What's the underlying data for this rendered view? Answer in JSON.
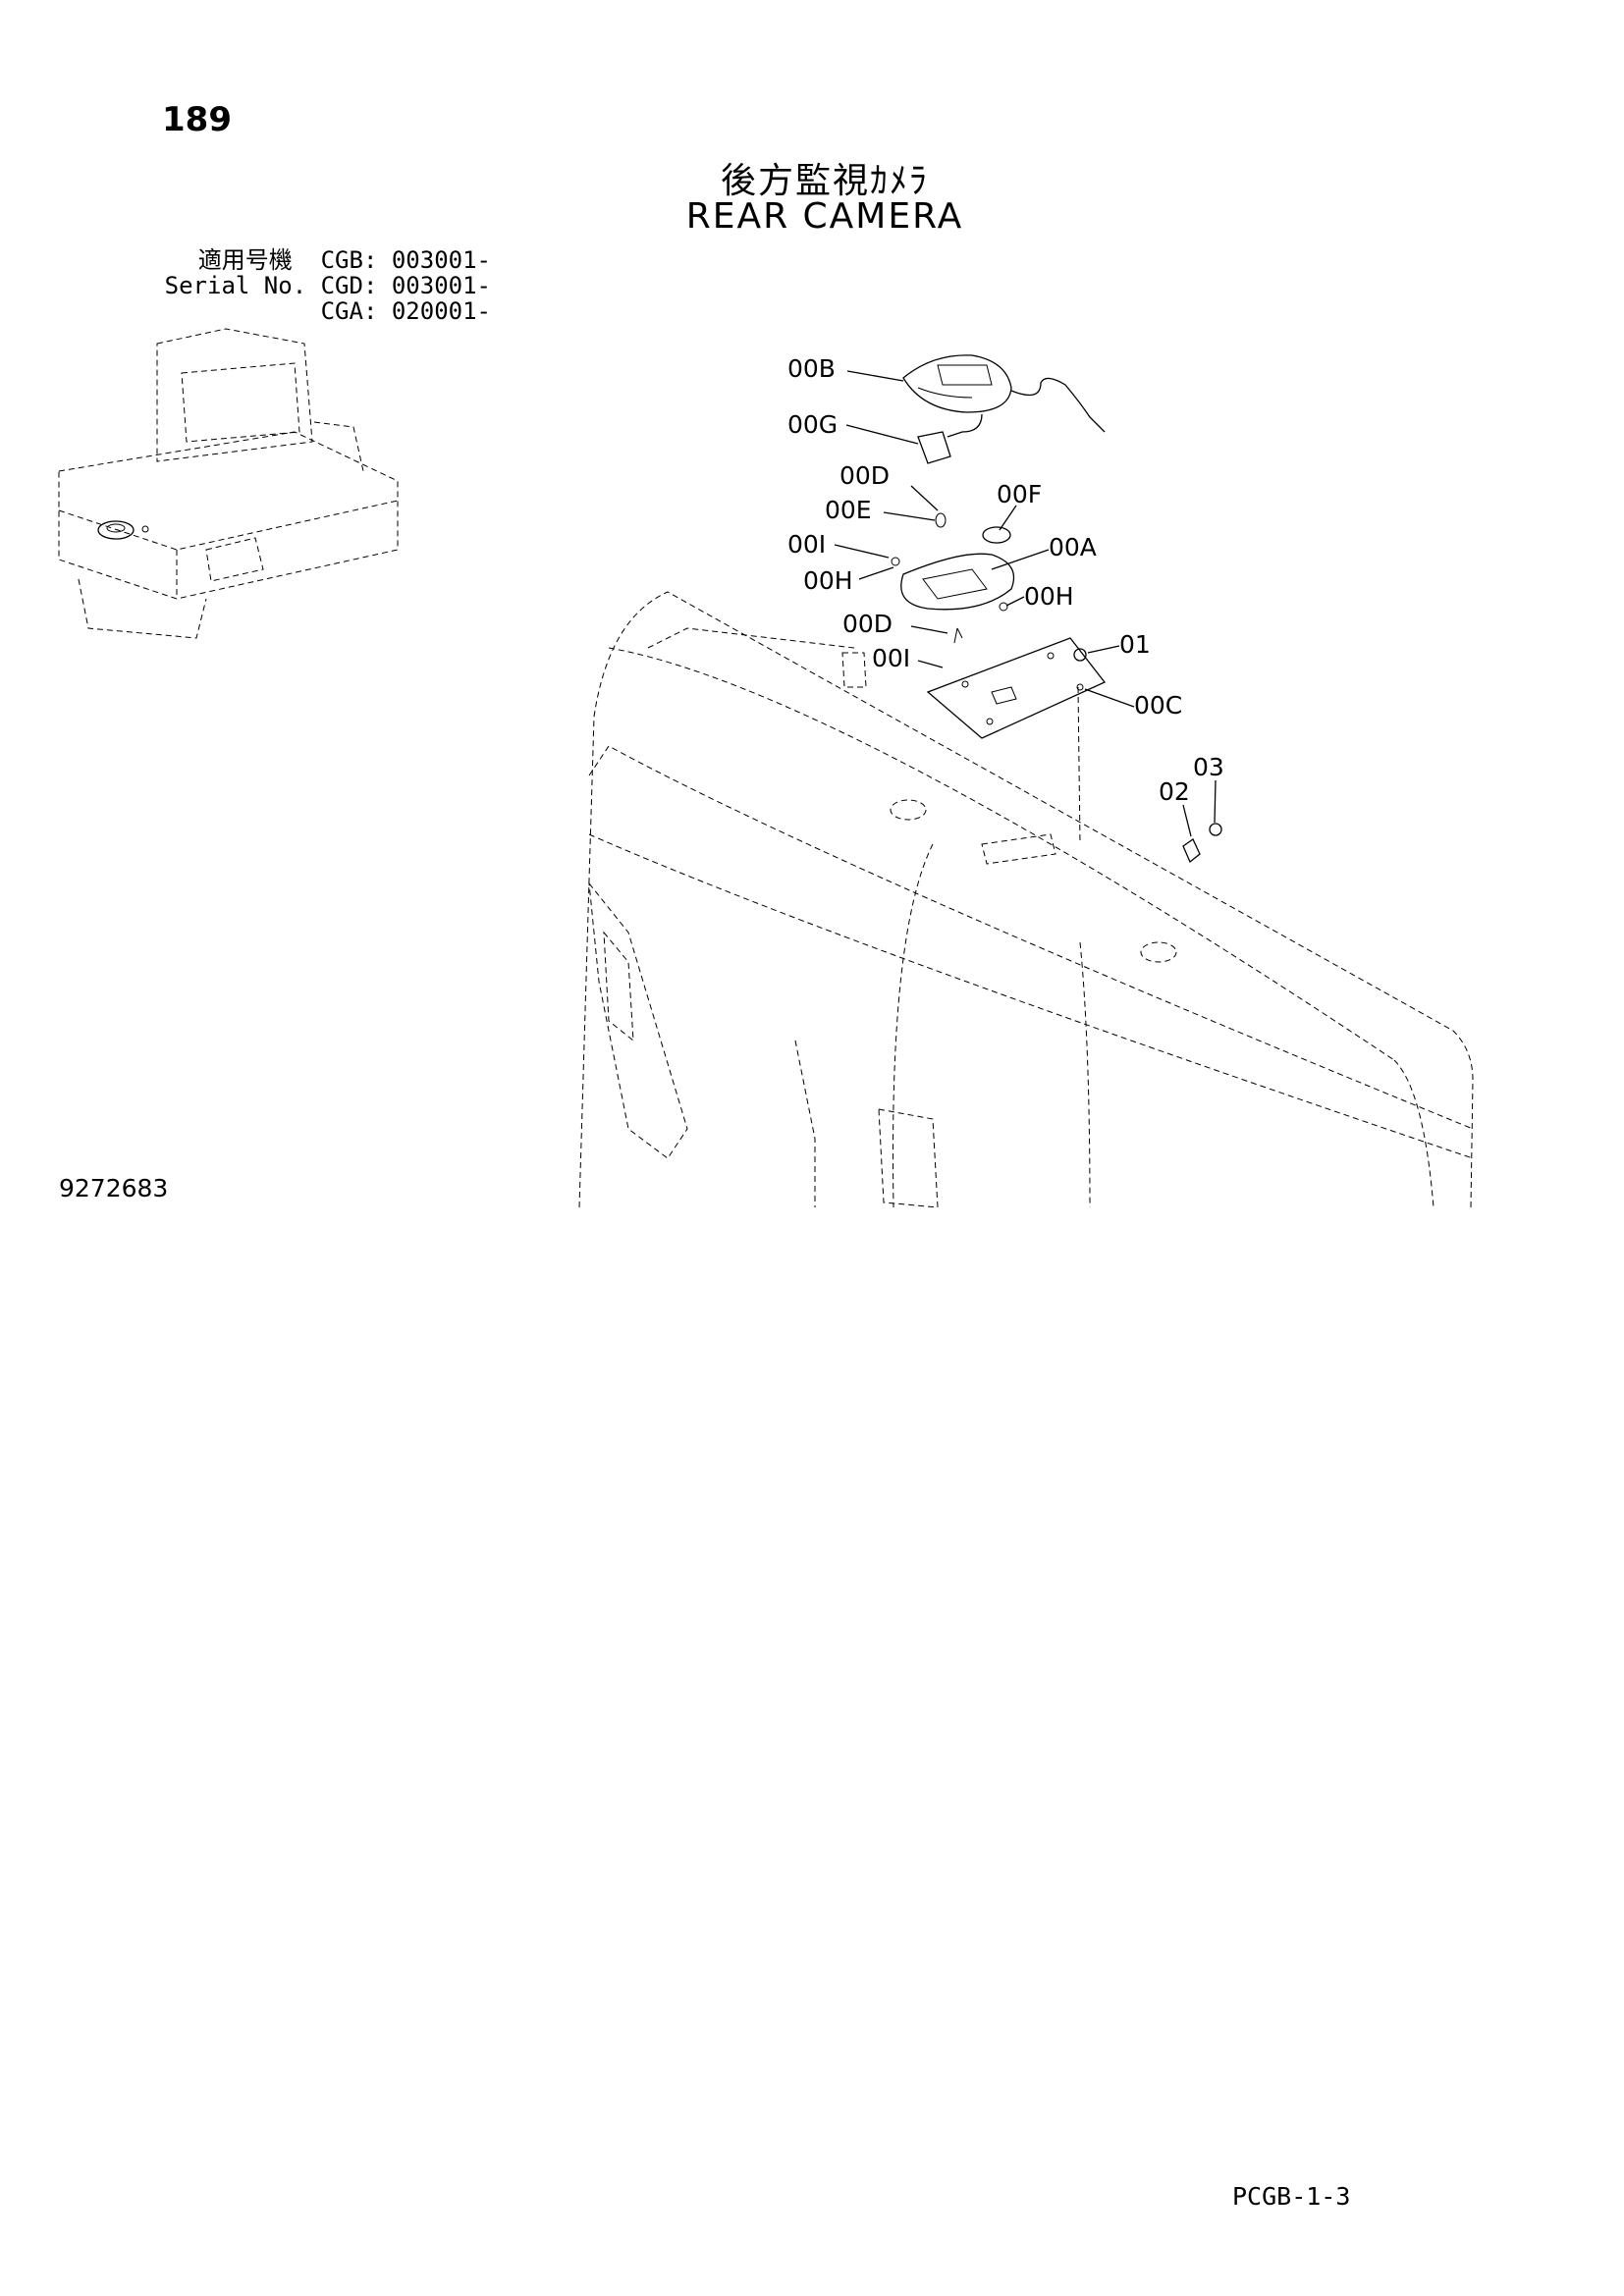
{
  "page": {
    "number": "189",
    "title_ja": "後方監視ｶﾒﾗ",
    "title_en": "REAR CAMERA",
    "serial_ja_label": "適用号機",
    "serial_en_label": "Serial No.",
    "serials": [
      "CGB: 003001-",
      "CGD: 003001-",
      "CGA: 020001-"
    ],
    "doc_number": "9272683",
    "page_code": "PCGB-1-3"
  },
  "callouts": [
    {
      "id": "00B"
    },
    {
      "id": "00G"
    },
    {
      "id": "00D"
    },
    {
      "id": "00E"
    },
    {
      "id": "00F"
    },
    {
      "id": "00I"
    },
    {
      "id": "00A"
    },
    {
      "id": "00H"
    },
    {
      "id": "00H"
    },
    {
      "id": "00D"
    },
    {
      "id": "00I"
    },
    {
      "id": "01"
    },
    {
      "id": "00C"
    },
    {
      "id": "03"
    },
    {
      "id": "02"
    }
  ]
}
